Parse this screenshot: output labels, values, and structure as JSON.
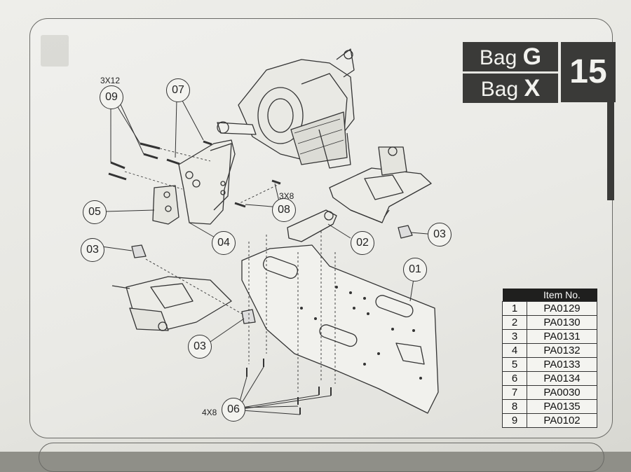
{
  "header": {
    "bag1_prefix": "Bag",
    "bag1_letter": "G",
    "bag2_prefix": "Bag",
    "bag2_letter": "X",
    "step_number": "15"
  },
  "callouts": {
    "c01": "01",
    "c02": "02",
    "c03a": "03",
    "c03b": "03",
    "c03c": "03",
    "c04": "04",
    "c05": "05",
    "c06": "06",
    "c07": "07",
    "c08": "08",
    "c09": "09"
  },
  "sizes": {
    "s09": "3X12",
    "s08": "3X8",
    "s06": "4X8"
  },
  "table": {
    "header": "Item No.",
    "rows": [
      {
        "n": "1",
        "code": "PA0129"
      },
      {
        "n": "2",
        "code": "PA0130"
      },
      {
        "n": "3",
        "code": "PA0131"
      },
      {
        "n": "4",
        "code": "PA0132"
      },
      {
        "n": "5",
        "code": "PA0133"
      },
      {
        "n": "6",
        "code": "PA0134"
      },
      {
        "n": "7",
        "code": "PA0030"
      },
      {
        "n": "8",
        "code": "PA0135"
      },
      {
        "n": "9",
        "code": "PA0102"
      }
    ]
  },
  "colors": {
    "header_bg": "#3a3a38",
    "line": "#333333"
  }
}
